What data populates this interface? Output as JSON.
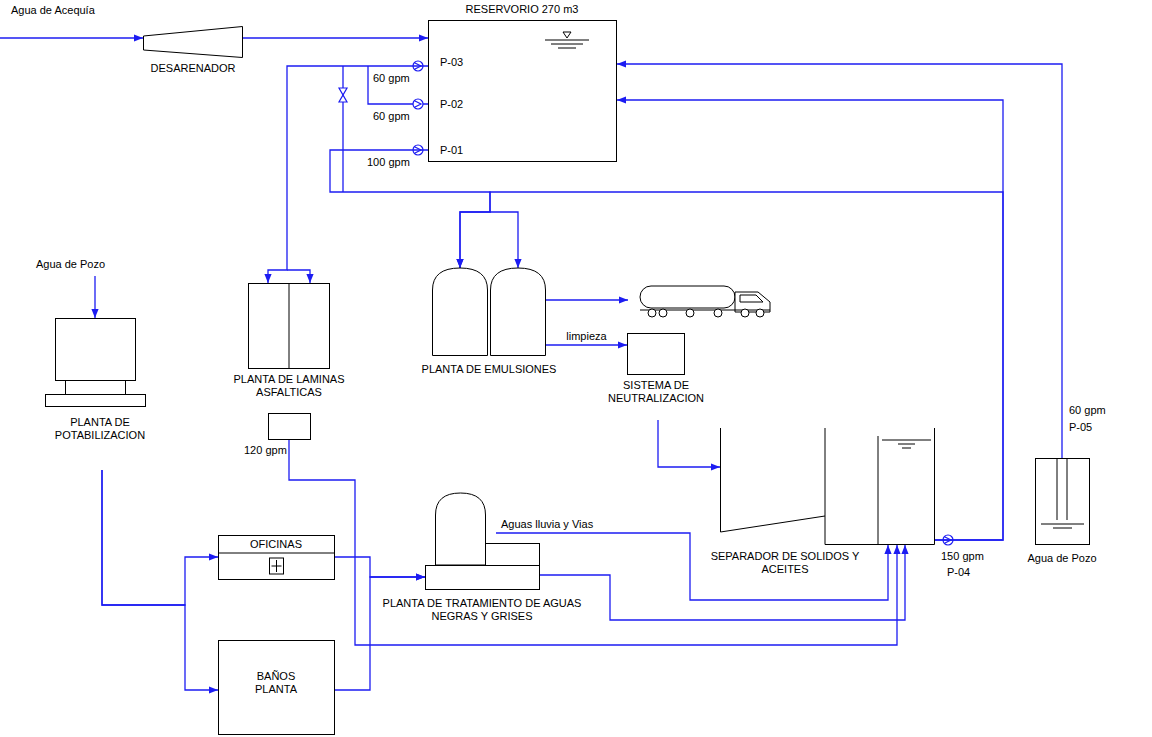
{
  "diagram": {
    "nodes": [
      {
        "text": [
          "RESERVORIO 270 m3",
          "P-03",
          "P-02",
          "P-01"
        ]
      },
      {
        "text": [
          "DESARENADOR"
        ]
      },
      {
        "text": [
          "PLANTA DE LAMINAS ASFALTICAS"
        ]
      },
      {
        "text": [
          "PLANTA DE EMULSIONES"
        ]
      },
      {
        "text": [
          "SISTEMA DE NEUTRALIZACION"
        ]
      },
      {
        "text": [
          "PLANTA DE POTABILIZACION"
        ]
      },
      {
        "text": [
          "SEPARADOR DE SOLIDOS Y ACEITES"
        ]
      },
      {
        "text": [
          "Agua de Pozo"
        ]
      },
      {
        "text": [
          "OFICINAS"
        ]
      },
      {
        "text": [
          "PLANTA DE TRATAMIENTO DE AGUAS NEGRAS Y GRISES"
        ]
      },
      {
        "text": [
          "BAÑOS PLANTA"
        ]
      }
    ],
    "edges": [
      {
        "from": 1,
        "to": 0,
        "arrow": "to"
      },
      {
        "from": 0,
        "to": 2,
        "arrow": "to"
      },
      {
        "from": 0,
        "to": 3,
        "arrow": "to"
      },
      {
        "from": 3,
        "to": 4,
        "label": "limpieza",
        "arrow": "to"
      },
      {
        "from": 4,
        "to": 6,
        "arrow": "to"
      },
      {
        "from": 2,
        "to": 6,
        "arrow": "to"
      },
      {
        "from": 6,
        "to": 0,
        "arrow": "to"
      },
      {
        "from": 6,
        "to": 3,
        "arrow": "to"
      },
      {
        "from": 7,
        "to": 0,
        "arrow": "to"
      },
      {
        "from": 5,
        "to": 8,
        "arrow": "to"
      },
      {
        "from": 5,
        "to": 10,
        "arrow": "to"
      },
      {
        "from": 8,
        "to": 9,
        "arrow": "to"
      },
      {
        "from": 10,
        "to": 9,
        "arrow": "to"
      },
      {
        "from": 9,
        "to": 6,
        "arrow": "to"
      }
    ],
    "labels": [
      "Agua de Acequía",
      "60 gpm",
      "60 gpm",
      "100 gpm",
      "Agua de Pozo",
      "120 gpm",
      "Aguas lluvia y Vias",
      "150 gpm",
      "P-04",
      "60 gpm",
      "P-05"
    ]
  }
}
